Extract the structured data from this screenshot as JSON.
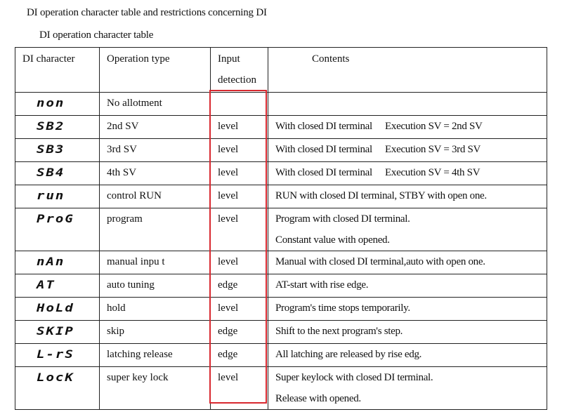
{
  "heading": "DI operation character table and restrictions concerning DI",
  "subheading": "DI operation character table",
  "columns": {
    "character": "DI character",
    "operation": "Operation type",
    "detection": "Input detection",
    "contents": "Contents"
  },
  "highlight_color": "#d8282f",
  "rows": [
    {
      "symbol": "non",
      "operation": "No allotment",
      "detection": "",
      "contents": [
        "",
        ""
      ]
    },
    {
      "symbol": "SB2",
      "operation": "2nd SV",
      "detection": "level",
      "contents": [
        "With closed DI terminal  Execution SV = 2nd SV",
        ""
      ]
    },
    {
      "symbol": "SB3",
      "operation": "3rd SV",
      "detection": "level",
      "contents": [
        "With closed DI terminal  Execution SV = 3rd SV",
        ""
      ]
    },
    {
      "symbol": "SB4",
      "operation": "4th SV",
      "detection": "level",
      "contents": [
        "With closed DI terminal  Execution SV = 4th SV",
        ""
      ]
    },
    {
      "symbol": "run",
      "operation": "control RUN",
      "detection": "level",
      "contents": [
        "RUN with closed DI terminal, STBY with open one.",
        ""
      ]
    },
    {
      "symbol": "ProG",
      "operation": "program",
      "detection": "level",
      "contents": [
        "Program with closed DI terminal.",
        "Constant value with opened."
      ]
    },
    {
      "symbol": "nAn",
      "operation": "manual inpu t",
      "detection": "level",
      "contents": [
        "Manual with closed DI terminal,auto with open one.",
        ""
      ]
    },
    {
      "symbol": "AT",
      "operation": "auto tuning",
      "detection": "edge",
      "contents": [
        "AT-start with rise edge.",
        ""
      ]
    },
    {
      "symbol": "HoLd",
      "operation": "hold",
      "detection": "level",
      "contents": [
        "Program's time stops temporarily.",
        ""
      ]
    },
    {
      "symbol": "SKIP",
      "operation": "skip",
      "detection": "edge",
      "contents": [
        "Shift to the next program's step.",
        ""
      ]
    },
    {
      "symbol": "L-rS",
      "operation": "latching release",
      "detection": "edge",
      "contents": [
        "All latching are released by rise edg.",
        ""
      ]
    },
    {
      "symbol": "LocK",
      "operation": "super key lock",
      "detection": "level",
      "contents": [
        "Super keylock with closed DI terminal.",
        "Release with opened."
      ]
    }
  ]
}
